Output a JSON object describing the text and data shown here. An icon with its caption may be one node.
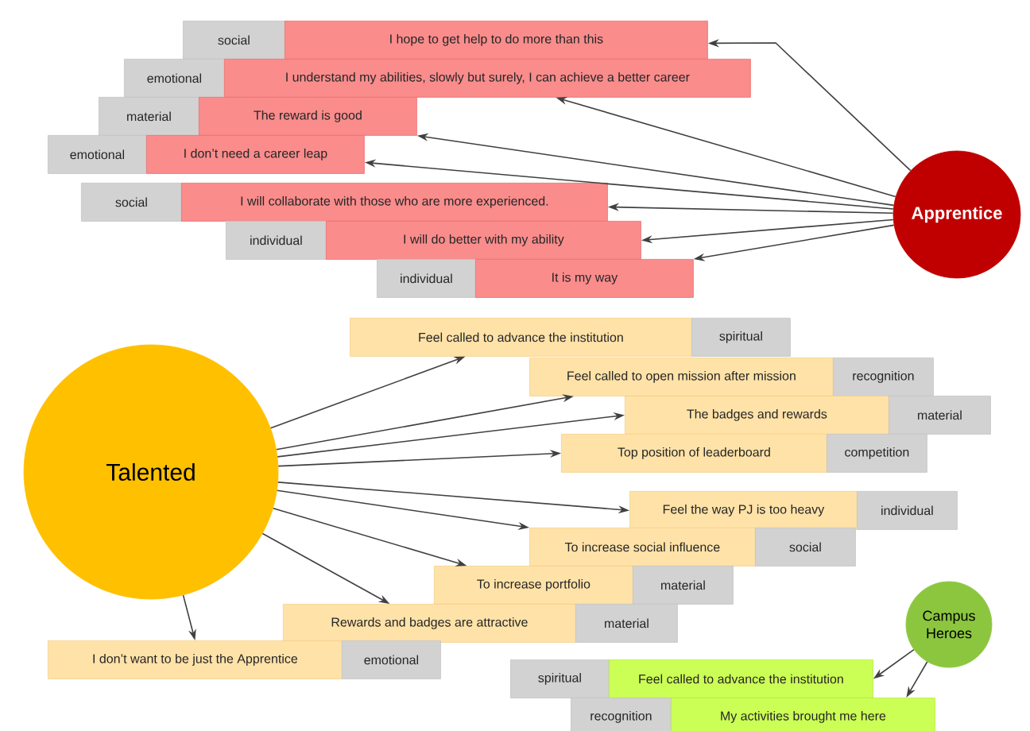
{
  "diagram": {
    "nodes": [
      {
        "text": [
          "Apprentice"
        ]
      },
      {
        "text": [
          "social"
        ]
      },
      {
        "text": [
          "I hope to get help to do more than this"
        ]
      },
      {
        "text": [
          "emotional"
        ]
      },
      {
        "text": [
          "I understand my abilities, slowly but surely, I can achieve a better career"
        ]
      },
      {
        "text": [
          "material"
        ]
      },
      {
        "text": [
          "The reward is good"
        ]
      },
      {
        "text": [
          "emotional"
        ]
      },
      {
        "text": [
          "I don’t need a career leap"
        ]
      },
      {
        "text": [
          "social"
        ]
      },
      {
        "text": [
          "I will collaborate with those who are more experienced."
        ]
      },
      {
        "text": [
          "individual"
        ]
      },
      {
        "text": [
          "I will do better with my ability"
        ]
      },
      {
        "text": [
          "individual"
        ]
      },
      {
        "text": [
          "It is my way"
        ]
      },
      {
        "text": [
          "Talented"
        ]
      },
      {
        "text": [
          "Feel called to advance the institution"
        ]
      },
      {
        "text": [
          "spiritual"
        ]
      },
      {
        "text": [
          "Feel called to open mission after mission"
        ]
      },
      {
        "text": [
          "recognition"
        ]
      },
      {
        "text": [
          "The badges and rewards"
        ]
      },
      {
        "text": [
          "material"
        ]
      },
      {
        "text": [
          "Top position of leaderboard"
        ]
      },
      {
        "text": [
          "competition"
        ]
      },
      {
        "text": [
          "Feel the way PJ is too heavy"
        ]
      },
      {
        "text": [
          "individual"
        ]
      },
      {
        "text": [
          "To increase social influence"
        ]
      },
      {
        "text": [
          "social"
        ]
      },
      {
        "text": [
          "To increase portfolio"
        ]
      },
      {
        "text": [
          "material"
        ]
      },
      {
        "text": [
          "Rewards and badges are attractive"
        ]
      },
      {
        "text": [
          "material"
        ]
      },
      {
        "text": [
          "I don’t want to be just the Apprentice"
        ]
      },
      {
        "text": [
          "emotional"
        ]
      },
      {
        "text": [
          "Campus Heroes"
        ]
      },
      {
        "text": [
          "spiritual"
        ]
      },
      {
        "text": [
          "Feel called to advance the institution"
        ]
      },
      {
        "text": [
          "recognition"
        ]
      },
      {
        "text": [
          "My activities brought me here"
        ]
      }
    ],
    "edges": [
      {
        "from": 0,
        "to": 2,
        "arrow": "to"
      },
      {
        "from": 0,
        "to": 4,
        "arrow": "to"
      },
      {
        "from": 0,
        "to": 6,
        "arrow": "to"
      },
      {
        "from": 0,
        "to": 8,
        "arrow": "to"
      },
      {
        "from": 0,
        "to": 10,
        "arrow": "to"
      },
      {
        "from": 0,
        "to": 12,
        "arrow": "to"
      },
      {
        "from": 0,
        "to": 14,
        "arrow": "to"
      },
      {
        "from": 15,
        "to": 16,
        "arrow": "to"
      },
      {
        "from": 15,
        "to": 18,
        "arrow": "to"
      },
      {
        "from": 15,
        "to": 20,
        "arrow": "to"
      },
      {
        "from": 15,
        "to": 22,
        "arrow": "to"
      },
      {
        "from": 15,
        "to": 24,
        "arrow": "to"
      },
      {
        "from": 15,
        "to": 26,
        "arrow": "to"
      },
      {
        "from": 15,
        "to": 28,
        "arrow": "to"
      },
      {
        "from": 15,
        "to": 30,
        "arrow": "to"
      },
      {
        "from": 15,
        "to": 32,
        "arrow": "to"
      },
      {
        "from": 34,
        "to": 36,
        "arrow": "to"
      },
      {
        "from": 34,
        "to": 38,
        "arrow": "to"
      }
    ]
  }
}
